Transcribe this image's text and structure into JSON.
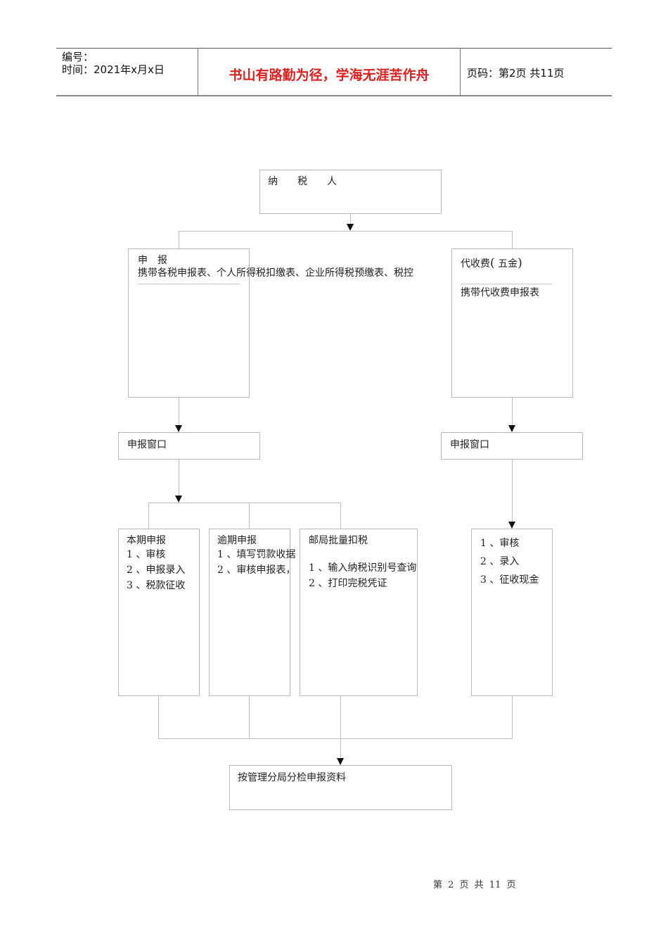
{
  "header": {
    "number_label": "编号：",
    "date_label": "时间：2021年x月x日",
    "motto": "书山有路勤为径，学海无涯苦作舟",
    "page_label": "页码：第2页  共11页"
  },
  "flowchart": {
    "taxpayer": "纳　　税　　人",
    "declare": {
      "title": "申　报",
      "desc": "携带各税申报表、个人所得税扣缴表、企业所得税预缴表、税控"
    },
    "collect_fees": {
      "title": "代收费",
      "paren_open": "(",
      "paren_content": "五金",
      "paren_close": ")",
      "desc": "携带代收费申报表"
    },
    "window_left": "申报窗口",
    "window_right": "申报窗口",
    "current_period": {
      "title": "本期申报",
      "steps": [
        "1 、审核",
        "2 、申报录入",
        "3 、税款征收"
      ]
    },
    "overdue": {
      "title": "逾期申报",
      "steps": [
        "1 、填写罚款收据",
        "2 、审核申报表，"
      ]
    },
    "post_batch": {
      "title": "邮局批量扣税",
      "steps": [
        "1 、输入纳税识别号查询",
        "2 、打印完税凭证"
      ]
    },
    "cash_steps": [
      "1 、审核",
      "2 、录入",
      "3 、征收现金"
    ],
    "sort": "按管理分局分检申报资料"
  },
  "footer": {
    "page": "第 2 页 共 11 页"
  }
}
